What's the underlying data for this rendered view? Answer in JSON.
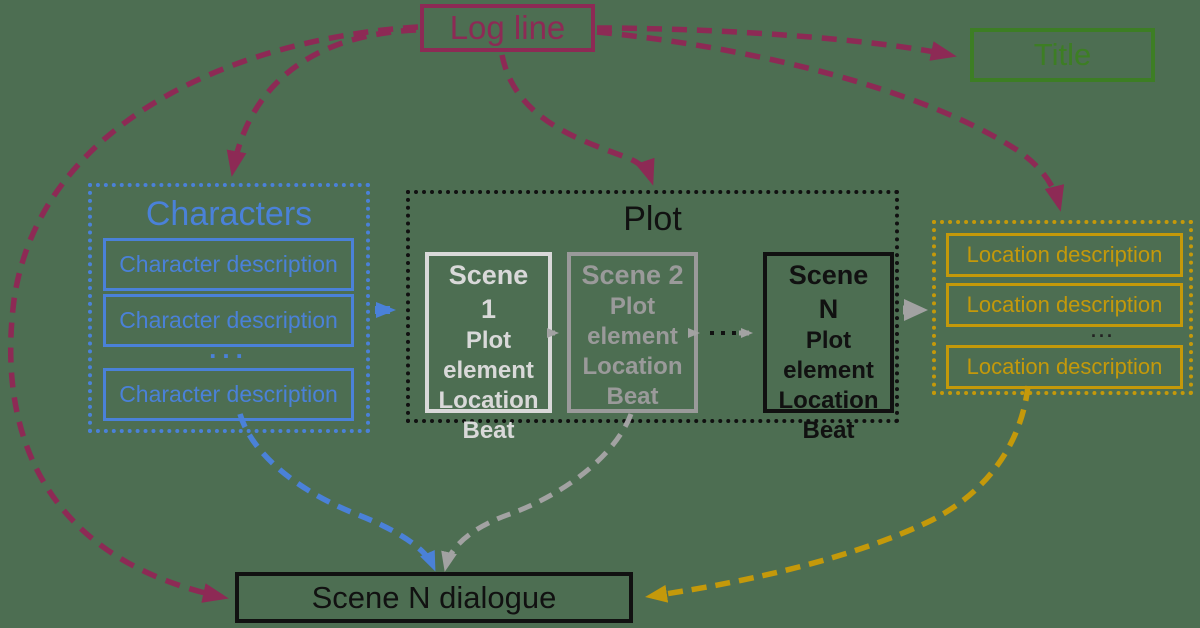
{
  "background": "#4d6e52",
  "colors": {
    "maroon": "#8d2a55",
    "blue": "#4a81d8",
    "green": "#3d7e24",
    "gold": "#c4990a",
    "gray_light": "#d9d9d9",
    "gray_mid": "#9a9a9a",
    "gray_arrow": "#a2a2a2",
    "black": "#111111",
    "dotted_line": "#111111"
  },
  "log_line": {
    "label": "Log line"
  },
  "title_box": {
    "label": "Title"
  },
  "characters": {
    "heading": "Characters",
    "items": [
      "Character description",
      "Character description",
      "Character description"
    ],
    "ellipsis": "..."
  },
  "plot": {
    "heading": "Plot",
    "scenes": [
      {
        "name": "Scene 1",
        "lines": [
          "Plot",
          "element",
          "Location",
          "Beat"
        ]
      },
      {
        "name": "Scene 2",
        "lines": [
          "Plot",
          "element",
          "Location",
          "Beat"
        ]
      },
      {
        "name": "Scene N",
        "lines": [
          "Plot",
          "element",
          "Location",
          "Beat"
        ]
      }
    ]
  },
  "locations": {
    "items": [
      "Location description",
      "Location description",
      "Location description"
    ],
    "ellipsis": "..."
  },
  "dialogue": {
    "label": "Scene N dialogue"
  }
}
